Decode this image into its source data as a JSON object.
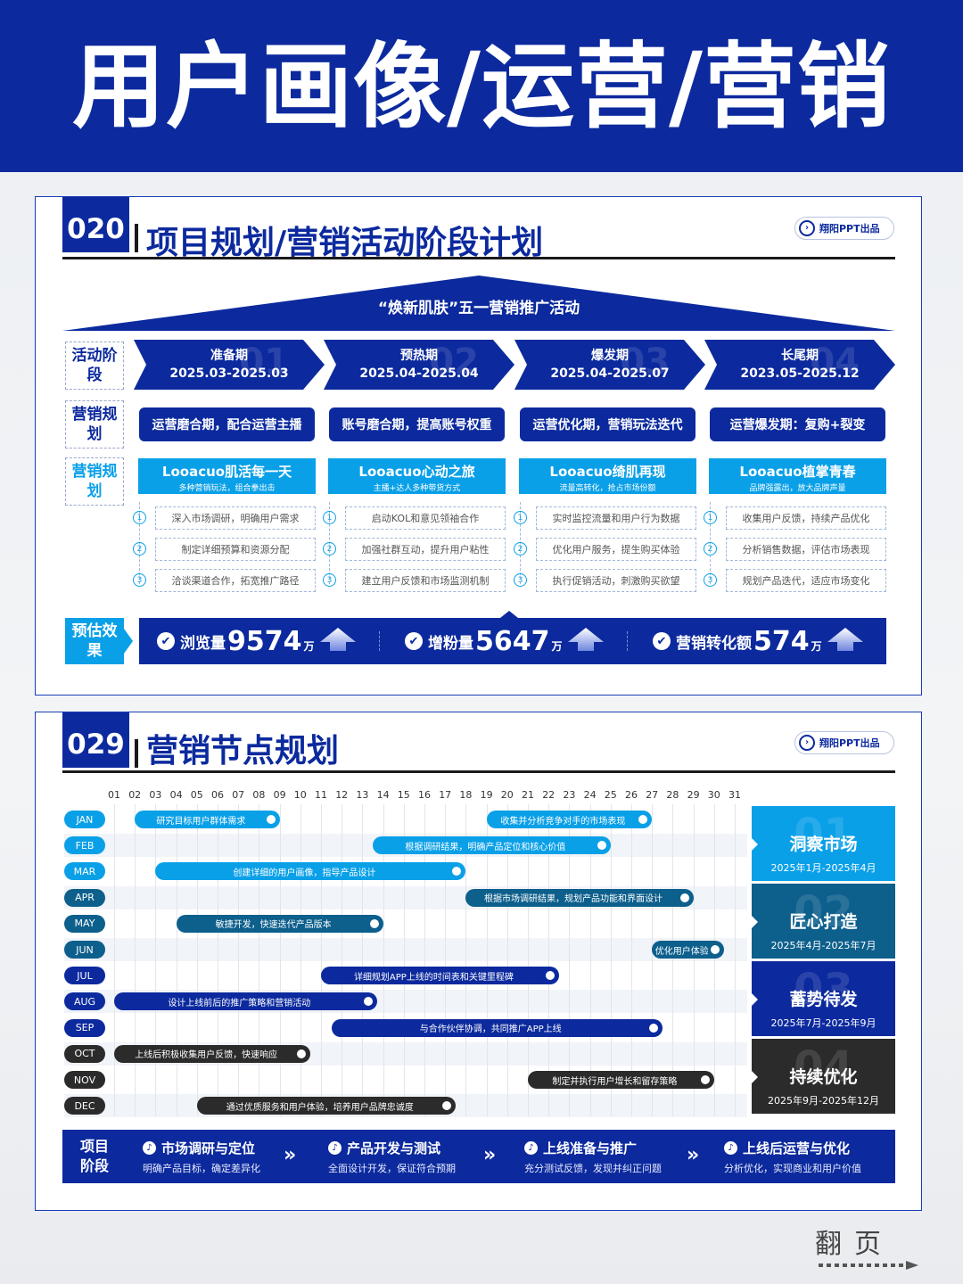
{
  "header": {
    "title": "用户画像/运营/营销"
  },
  "card1": {
    "number": "020",
    "title": "项目规划/营销活动阶段计划",
    "brand": "翔阳PPT出品",
    "brand_icon": "chevron-circle-icon",
    "activity_title": "“焕新肌肤”五一营销推广活动",
    "row_labels": {
      "stage": "活动阶段",
      "operation": "营销规划",
      "marketing": "营销规划",
      "estimate": "预估效果"
    },
    "phases": [
      {
        "name": "准备期",
        "dates": "2025.03-2025.03",
        "ghost": "01"
      },
      {
        "name": "预热期",
        "dates": "2025.04-2025.04",
        "ghost": "02"
      },
      {
        "name": "爆发期",
        "dates": "2025.04-2025.07",
        "ghost": "03"
      },
      {
        "name": "长尾期",
        "dates": "2023.05-2025.12",
        "ghost": "04"
      }
    ],
    "ops": [
      "运营磨合期，配合运营主播",
      "账号磨合期，提高账号权重",
      "运营优化期，营销玩法迭代",
      "运营爆发期：复购+裂变"
    ],
    "campaigns": [
      {
        "title": "Looacuo肌活每一天",
        "sub": "多种营销玩法，组合拳出击",
        "steps": [
          "深入市场调研，明确用户需求",
          "制定详细预算和资源分配",
          "洽谈渠道合作，拓宽推广路径"
        ]
      },
      {
        "title": "Looacuo心动之旅",
        "sub": "主播+达人多种带货方式",
        "steps": [
          "启动KOL和意见领袖合作",
          "加强社群互动，提升用户粘性",
          "建立用户反馈和市场监测机制"
        ]
      },
      {
        "title": "Looacuo绮肌再现",
        "sub": "流量高转化，抢占市场份额",
        "steps": [
          "实时监控流量和用户行为数据",
          "优化用户服务，提生购买体验",
          "执行促销活动，刺激购买欲望"
        ]
      },
      {
        "title": "Looacuo植掌青春",
        "sub": "品牌强露出，放大品牌声量",
        "steps": [
          "收集用户反馈，持续产品优化",
          "分析销售数据，评估市场表现",
          "规划产品迭代，适应市场变化"
        ]
      }
    ],
    "step_numbers": [
      "1",
      "2",
      "3"
    ],
    "metrics": [
      {
        "label": "浏览量",
        "value": "9574",
        "unit": "万"
      },
      {
        "label": "增粉量",
        "value": "5647",
        "unit": "万"
      },
      {
        "label": "营销转化额",
        "value": "574",
        "unit": "万"
      }
    ],
    "check_glyph": "✔"
  },
  "card2": {
    "number": "029",
    "title": "营销节点规划",
    "brand": "翔阳PPT出品",
    "days": [
      "01",
      "02",
      "03",
      "04",
      "05",
      "06",
      "07",
      "08",
      "09",
      "10",
      "11",
      "12",
      "13",
      "14",
      "15",
      "16",
      "17",
      "18",
      "19",
      "20",
      "21",
      "22",
      "23",
      "24",
      "25",
      "26",
      "27",
      "28",
      "29",
      "30",
      "31"
    ],
    "months": [
      "JAN",
      "FEB",
      "MAR",
      "APR",
      "MAY",
      "JUN",
      "JUL",
      "AUG",
      "SEP",
      "OCT",
      "NOV",
      "DEC"
    ],
    "tasks": [
      {
        "month": 0,
        "label": "研究目标用户群体需求",
        "start": 1,
        "end": 8,
        "color": "#0aa0e8"
      },
      {
        "month": 0,
        "label": "收集并分析竞争对手的市场表现",
        "start": 18,
        "end": 26,
        "color": "#0aa0e8"
      },
      {
        "month": 1,
        "label": "根据调研结果，明确产品定位和核心价值",
        "start": 12.5,
        "end": 24,
        "color": "#0aa0e8"
      },
      {
        "month": 2,
        "label": "创建详细的用户画像，指导产品设计",
        "start": 2,
        "end": 17,
        "color": "#0aa0e8"
      },
      {
        "month": 3,
        "label": "根据市场调研结果，规划产品功能和界面设计",
        "start": 17,
        "end": 28,
        "color": "#0d5f8c"
      },
      {
        "month": 4,
        "label": "敏捷开发，快速迭代产品版本",
        "start": 3,
        "end": 13,
        "color": "#0d5f8c"
      },
      {
        "month": 5,
        "label": "优化用户体验",
        "start": 26,
        "end": 29.5,
        "color": "#0d5f8c"
      },
      {
        "month": 6,
        "label": "详细规划APP上线的时间表和关键里程碑",
        "start": 10,
        "end": 21.5,
        "color": "#0c2a9e"
      },
      {
        "month": 7,
        "label": "设计上线前后的推广策略和营销活动",
        "start": 0,
        "end": 12.7,
        "color": "#0c2a9e"
      },
      {
        "month": 8,
        "label": "与合作伙伴协调，共同推广APP上线",
        "start": 10.5,
        "end": 26.5,
        "color": "#0c2a9e"
      },
      {
        "month": 9,
        "label": "上线后积极收集用户反馈，快速响应",
        "start": 0,
        "end": 9.5,
        "color": "#2b2b2b"
      },
      {
        "month": 10,
        "label": "制定并执行用户增长和留存策略",
        "start": 20,
        "end": 29,
        "color": "#2b2b2b"
      },
      {
        "month": 11,
        "label": "通过优质服务和用户体验，培养用户品牌忠诚度",
        "start": 4,
        "end": 16.5,
        "color": "#2b2b2b"
      }
    ],
    "phases": [
      {
        "title": "洞察市场",
        "sub": "2025年1月-2025年4月",
        "ghost": "01",
        "color": "#0aa0e8"
      },
      {
        "title": "匠心打造",
        "sub": "2025年4月-2025年7月",
        "ghost": "02",
        "color": "#0d5f8c"
      },
      {
        "title": "蓄势待发",
        "sub": "2025年7月-2025年9月",
        "ghost": "03",
        "color": "#0c2a9e"
      },
      {
        "title": "持续优化",
        "sub": "2025年9月-2025年12月",
        "ghost": "04",
        "color": "#2b2b2b"
      }
    ],
    "month_colors": [
      "#0aa0e8",
      "#0aa0e8",
      "#0aa0e8",
      "#0d5f8c",
      "#0d5f8c",
      "#0d5f8c",
      "#0c2a9e",
      "#0c2a9e",
      "#0c2a9e",
      "#2b2b2b",
      "#2b2b2b",
      "#2b2b2b"
    ],
    "bottom": {
      "label": "项目阶段",
      "items": [
        {
          "title": "市场调研与定位",
          "sub": "明确产品目标，确定差异化"
        },
        {
          "title": "产品开发与测试",
          "sub": "全面设计开发，保证符合预期"
        },
        {
          "title": "上线准备与推广",
          "sub": "充分测试反馈，发现并纠正问题"
        },
        {
          "title": "上线后运营与优化",
          "sub": "分析优化，实现商业和用户价值"
        }
      ],
      "chevron": "»",
      "item_icon": "♪"
    }
  },
  "footer": {
    "flip": "翻页"
  },
  "colors": {
    "navy": "#0c2a9e",
    "cyan": "#0aa0e8",
    "teal": "#0d5f8c",
    "dark": "#2b2b2b"
  }
}
